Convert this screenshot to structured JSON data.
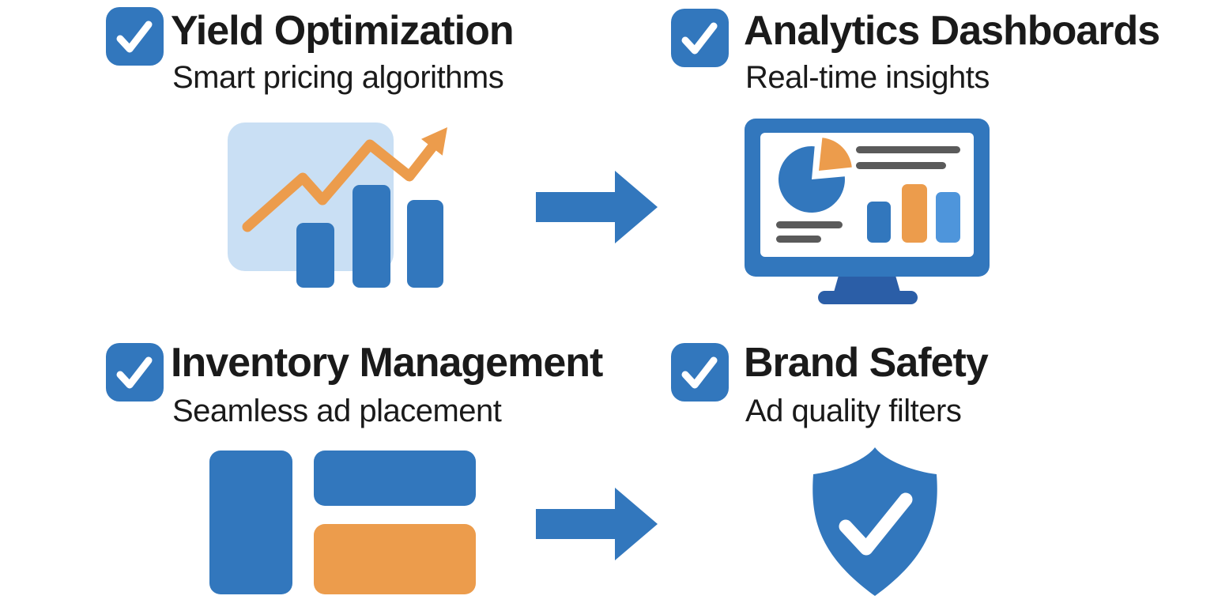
{
  "colors": {
    "blue": "#3277BD",
    "blue_dark": "#2B5EA7",
    "blue_light": "#4E95DB",
    "blue_pale": "#C9DFF4",
    "orange": "#EC9C4C",
    "gray": "#5A5A5A",
    "text": "#1A1A1A",
    "background": "#FFFFFF"
  },
  "features": [
    {
      "title": "Yield Optimization",
      "subtitle": "Smart pricing algorithms",
      "checkbox_icon": "checkbox-checked-icon",
      "illustration_icon": "bar-chart-trend-icon"
    },
    {
      "title": "Analytics Dashboards",
      "subtitle": "Real-time insights",
      "checkbox_icon": "checkbox-checked-icon",
      "illustration_icon": "dashboard-monitor-icon"
    },
    {
      "title": "Inventory Management",
      "subtitle": "Seamless ad placement",
      "checkbox_icon": "checkbox-checked-icon",
      "illustration_icon": "layout-blocks-icon"
    },
    {
      "title": "Brand Safety",
      "subtitle": "Ad quality filters",
      "checkbox_icon": "checkbox-checked-icon",
      "illustration_icon": "shield-check-icon"
    }
  ],
  "arrows": [
    {
      "icon": "arrow-right-icon",
      "direction": "right"
    },
    {
      "icon": "arrow-right-icon",
      "direction": "right"
    }
  ]
}
